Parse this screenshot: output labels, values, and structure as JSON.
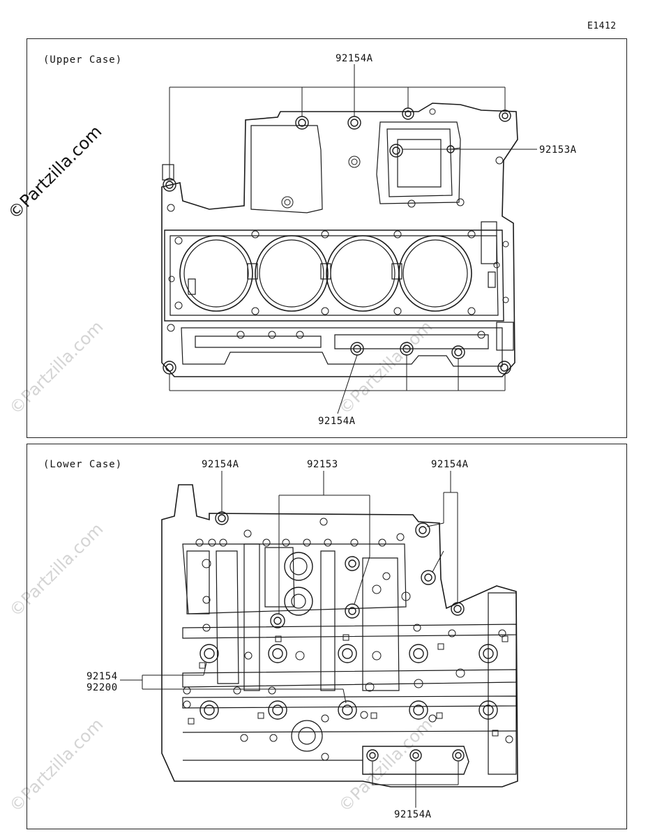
{
  "diagram_code": "E1412",
  "watermark": "©Partzilla.com",
  "upper": {
    "title": "(Upper Case)",
    "labels": {
      "top": "92154A",
      "right": "92153A",
      "bottom": "92154A"
    }
  },
  "lower": {
    "title": "(Lower Case)",
    "labels": {
      "top_left": "92154A",
      "top_center": "92153",
      "top_right": "92154A",
      "left_a": "92154",
      "left_b": "92200",
      "bottom": "92154A"
    }
  }
}
